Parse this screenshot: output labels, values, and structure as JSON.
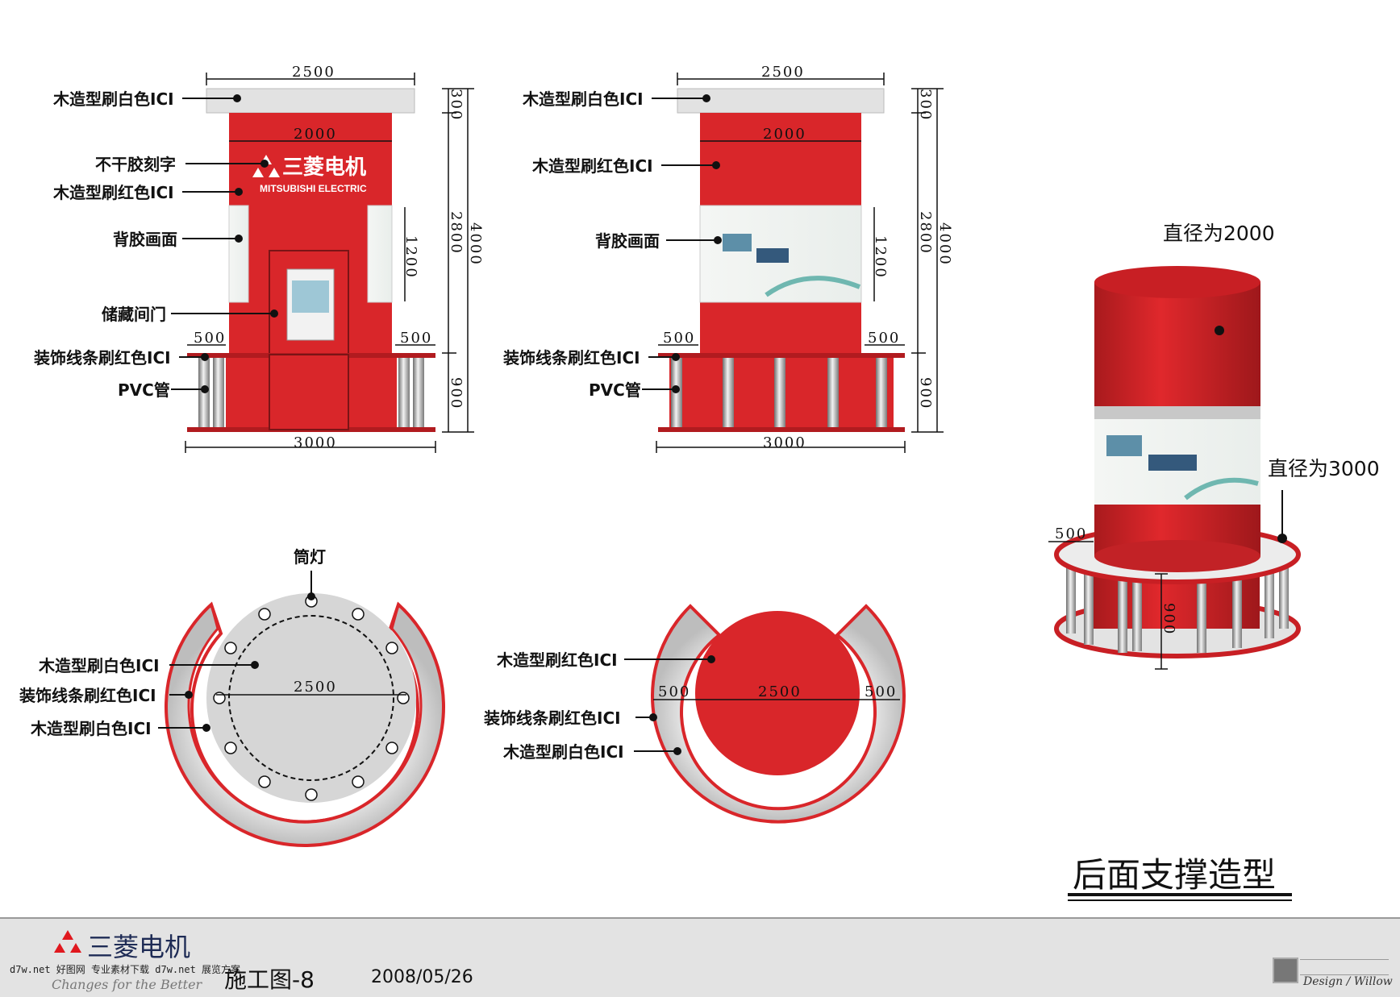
{
  "labels": {
    "white_wood": "木造型刷白色ICI",
    "red_wood": "木造型刷红色ICI",
    "no_glue_letters": "不干胶刻字",
    "back_glue_print": "背胶画面",
    "storage_door": "储藏间门",
    "deco_strip_red": "装饰线条刷红色ICI",
    "pvc_pipe": "PVC管",
    "downlight": "筒灯"
  },
  "dims": {
    "d2500": "2500",
    "d2000": "2000",
    "d3000": "3000",
    "d500": "500",
    "d300": "300",
    "d2800": "2800",
    "d4000": "4000",
    "d1200": "1200",
    "d900": "900"
  },
  "iso": {
    "diameter_2000": "直径为2000",
    "diameter_3000": "直径为3000"
  },
  "brand": {
    "cn": "三菱电机",
    "en": "MITSUBISHI ELECTRIC"
  },
  "title": "后面支撑造型",
  "footer": {
    "brand_cn": "三菱电机",
    "tagline": "Changes for the Better",
    "watermark": "d7w.net 好图网 专业素材下载 d7w.net 展览方案",
    "drawing_no": "施工图-8",
    "date": "2008/05/26",
    "signature": "Design / Willow"
  },
  "colors": {
    "red": "#d9262a",
    "dark_red": "#b11b1f",
    "white_gray": "#e2e2e2",
    "ink": "#111111"
  }
}
